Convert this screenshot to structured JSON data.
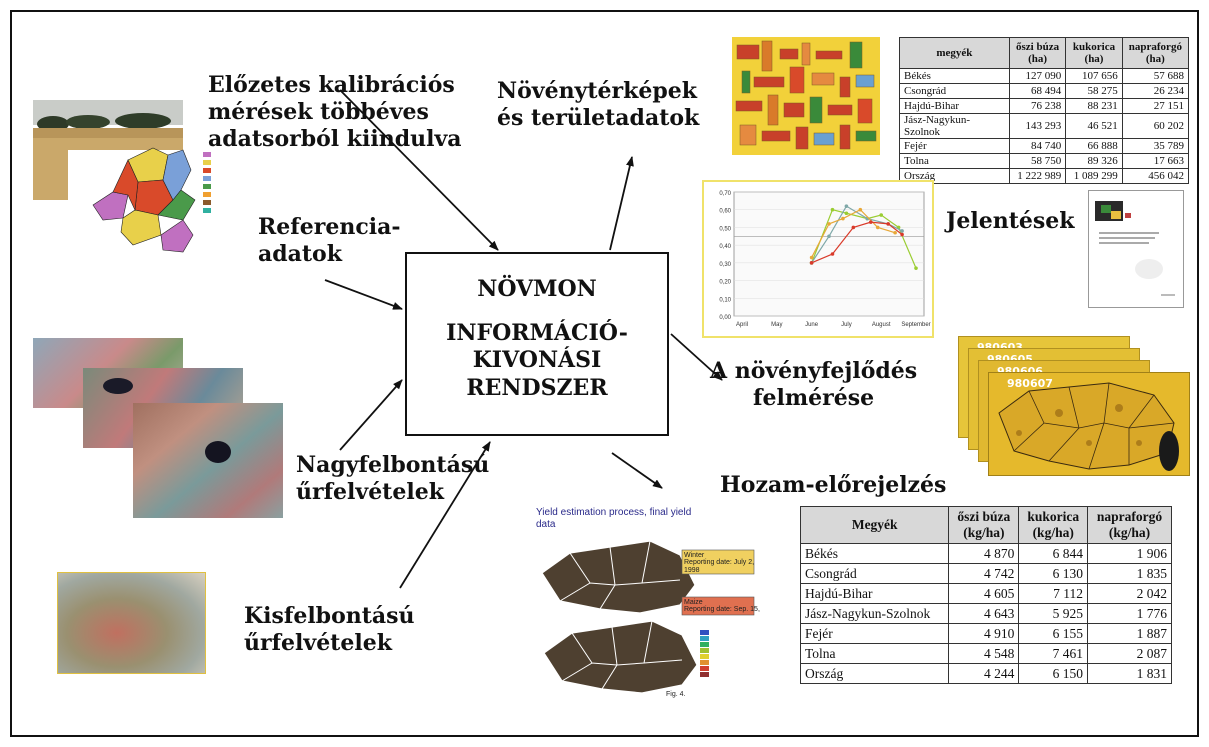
{
  "center": {
    "title": "NÖVMON",
    "lines": [
      "INFORMÁCIÓ-",
      "KIVONÁSI",
      "RENDSZER"
    ]
  },
  "inputs": {
    "calibration": "Előzetes kalibrációs\nmérések többéves\nadatsorból kiindulva",
    "reference": "Referencia-\nadatok",
    "high_res": "Nagyfelbontású\nűrfelvételek",
    "low_res": "Kisfelbontású\nűrfelvételek"
  },
  "outputs": {
    "crop_maps": "Növénytérképek\nés területadatok",
    "reports": "Jelentések",
    "crop_dev": "A növényfejlődés\nfelmérése",
    "yield": "Hozam-előrejelzés"
  },
  "area_table": {
    "headers": [
      "megyék",
      "őszi búza\n(ha)",
      "kukorica\n(ha)",
      "napraforgó\n(ha)"
    ],
    "rows": [
      [
        "Békés",
        "127 090",
        "107 656",
        "57 688"
      ],
      [
        "Csongrád",
        "68 494",
        "58 275",
        "26 234"
      ],
      [
        "Hajdú-Bihar",
        "76 238",
        "88 231",
        "27 151"
      ],
      [
        "Jász-Nagykun-Szolnok",
        "143 293",
        "46 521",
        "60 202"
      ],
      [
        "Fejér",
        "84 740",
        "66 888",
        "35 789"
      ],
      [
        "Tolna",
        "58 750",
        "89 326",
        "17 663"
      ],
      [
        "Ország",
        "1 222 989",
        "1 089 299",
        "456 042"
      ]
    ]
  },
  "yield_table": {
    "headers": [
      "Megyék",
      "őszi búza\n(kg/ha)",
      "kukorica\n(kg/ha)",
      "napraforgó\n(kg/ha)"
    ],
    "rows": [
      [
        "Békés",
        "4 870",
        "6 844",
        "1 906"
      ],
      [
        "Csongrád",
        "4 742",
        "6 130",
        "1 835"
      ],
      [
        "Hajdú-Bihar",
        "4 605",
        "7 112",
        "2 042"
      ],
      [
        "Jász-Nagykun-Szolnok",
        "4 643",
        "5 925",
        "1 776"
      ],
      [
        "Fejér",
        "4 910",
        "6 155",
        "1 887"
      ],
      [
        "Tolna",
        "4 548",
        "7 461",
        "2 087"
      ],
      [
        "Ország",
        "4 244",
        "6 150",
        "1 831"
      ]
    ]
  },
  "ndvi_chart": {
    "y_ticks": [
      "0,70",
      "0,60",
      "0,50",
      "0,40",
      "0,30",
      "0,20",
      "0,10",
      "0,00"
    ],
    "x_ticks": [
      "April",
      "May",
      "June",
      "July",
      "August",
      "September"
    ],
    "ylim": [
      0,
      0.7
    ],
    "series": [
      {
        "color": "#9acd32",
        "values": [
          [
            2.0,
            0.3
          ],
          [
            2.6,
            0.6
          ],
          [
            3.0,
            0.58
          ],
          [
            3.6,
            0.55
          ],
          [
            4.0,
            0.57
          ],
          [
            4.5,
            0.5
          ],
          [
            5.0,
            0.27
          ]
        ]
      },
      {
        "color": "#7fa8a8",
        "values": [
          [
            2.0,
            0.3
          ],
          [
            2.5,
            0.45
          ],
          [
            3.0,
            0.62
          ],
          [
            3.6,
            0.55
          ],
          [
            4.2,
            0.52
          ],
          [
            4.6,
            0.48
          ]
        ]
      },
      {
        "color": "#e8a838",
        "values": [
          [
            2.0,
            0.33
          ],
          [
            2.5,
            0.52
          ],
          [
            2.9,
            0.55
          ],
          [
            3.4,
            0.6
          ],
          [
            3.9,
            0.5
          ],
          [
            4.4,
            0.47
          ]
        ]
      },
      {
        "color": "#d93a2a",
        "values": [
          [
            2.0,
            0.3
          ],
          [
            2.6,
            0.35
          ],
          [
            3.2,
            0.5
          ],
          [
            3.7,
            0.53
          ],
          [
            4.2,
            0.52
          ],
          [
            4.6,
            0.46
          ]
        ]
      }
    ]
  },
  "yield_maps": {
    "title": "Yield estimation process, final yield\ndata",
    "tag1": "Winter\nReporting date: July 2,\n1998",
    "tag2": "Maize\nReporting date: Sep. 15,",
    "fig": "Fig. 4."
  },
  "dev_frames": [
    "980603",
    "980605",
    "980606",
    "980607"
  ],
  "colors": {
    "ink": "#111111",
    "field_yellow": "#f2d13a",
    "field_red": "#c8402a",
    "map_dark": "#4a3a2a"
  }
}
